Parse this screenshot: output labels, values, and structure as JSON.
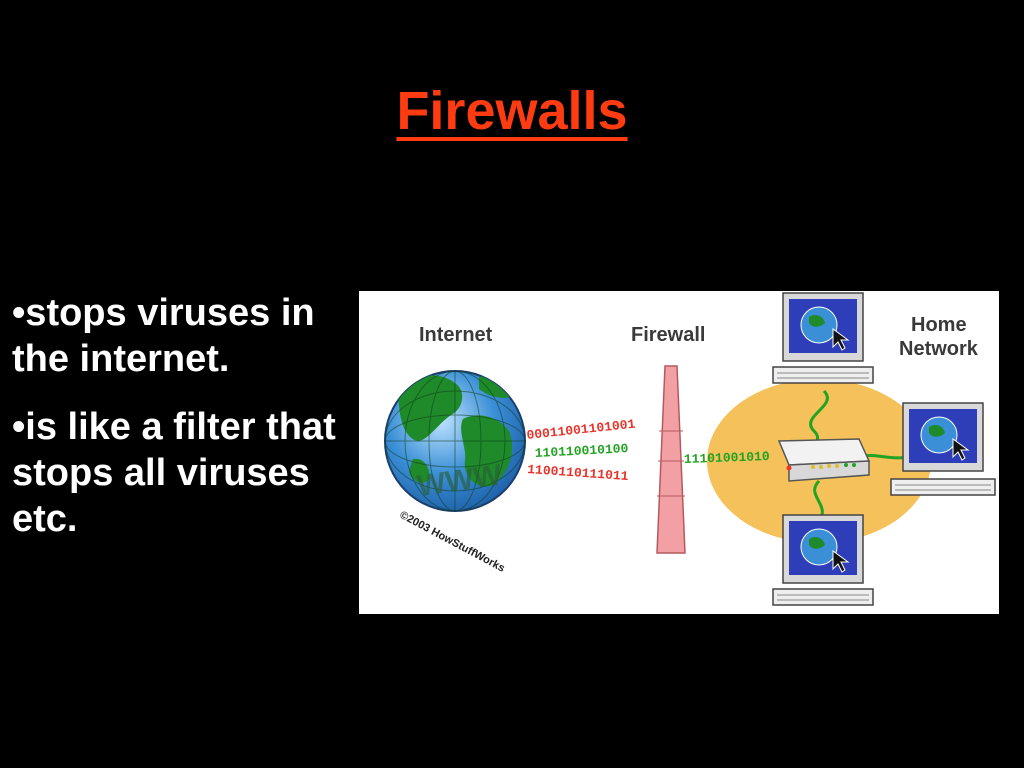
{
  "slide": {
    "title": "Firewalls",
    "bullets": [
      "•stops viruses in the internet.",
      "•is like a filter that stops all viruses etc."
    ]
  },
  "diagram": {
    "labels": {
      "internet": "Internet",
      "firewall": "Firewall",
      "home_line1": "Home",
      "home_line2": "Network",
      "globe_text": "WWW",
      "copyright": "©2003 HowStuffWorks"
    },
    "binary_streams": [
      "00011001101001",
      "110110010100",
      "1100110111011",
      "11101001010"
    ],
    "colors": {
      "title": "#ff3b12",
      "stream_red": "#e8342a",
      "stream_green": "#22a322",
      "firewall": "#f2a0a4",
      "network_blob": "#f5c15a",
      "monitor_screen": "#2e3db8",
      "globe_ocean": "#3a8fd6",
      "globe_land": "#1f8a2a"
    },
    "icons": [
      "globe-icon",
      "firewall-wall-icon",
      "router-icon",
      "computer-icon",
      "cursor-icon"
    ]
  }
}
